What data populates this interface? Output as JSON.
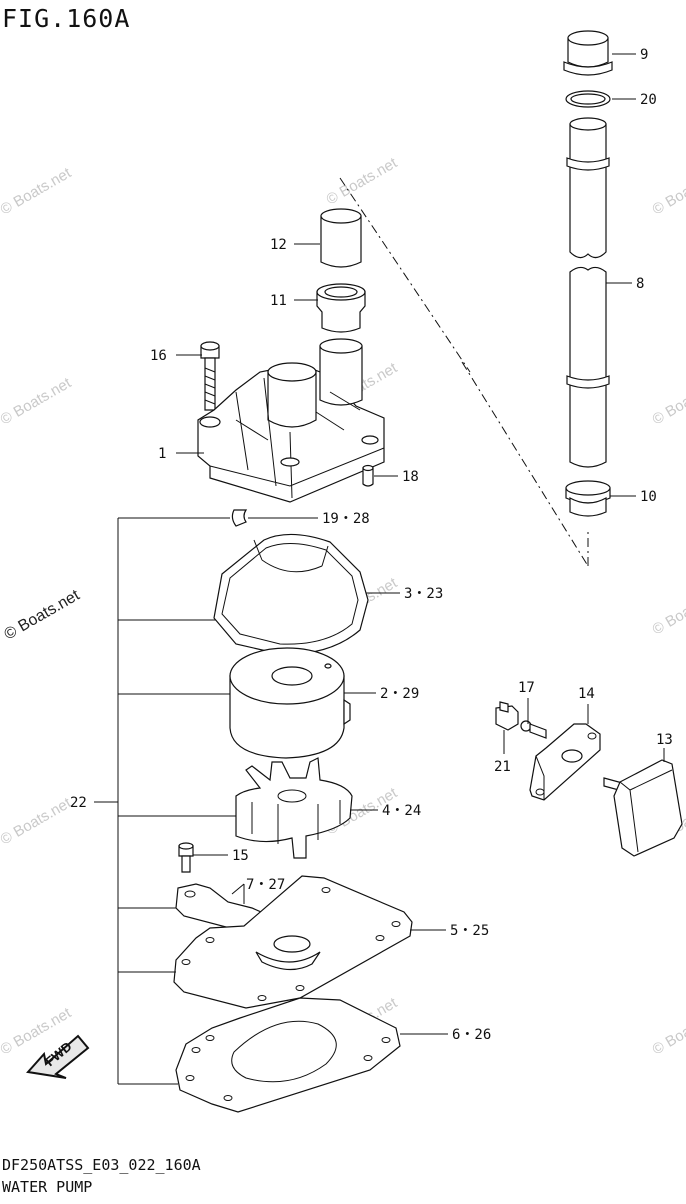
{
  "figure": {
    "title": "FIG.160A",
    "footer_code": "DF250ATSS_E03_022_160A",
    "footer_name": "WATER PUMP"
  },
  "watermark": {
    "text": "© Boats.net",
    "color": "#c9c9c9"
  },
  "fwd_label": "FWD",
  "callouts": [
    {
      "id": "c9",
      "label": "9"
    },
    {
      "id": "c20",
      "label": "20"
    },
    {
      "id": "c12",
      "label": "12"
    },
    {
      "id": "c11",
      "label": "11"
    },
    {
      "id": "c16",
      "label": "16"
    },
    {
      "id": "c8",
      "label": "8"
    },
    {
      "id": "c1",
      "label": "1"
    },
    {
      "id": "c18",
      "label": "18"
    },
    {
      "id": "c10",
      "label": "10"
    },
    {
      "id": "c19",
      "label": "19・28"
    },
    {
      "id": "c3",
      "label": "3・23"
    },
    {
      "id": "c2",
      "label": "2・29"
    },
    {
      "id": "c17",
      "label": "17"
    },
    {
      "id": "c14",
      "label": "14"
    },
    {
      "id": "c13",
      "label": "13"
    },
    {
      "id": "c21",
      "label": "21"
    },
    {
      "id": "c22",
      "label": "22"
    },
    {
      "id": "c4",
      "label": "4・24"
    },
    {
      "id": "c15",
      "label": "15"
    },
    {
      "id": "c7",
      "label": "7・27"
    },
    {
      "id": "c5",
      "label": "5・25"
    },
    {
      "id": "c6",
      "label": "6・26"
    }
  ]
}
